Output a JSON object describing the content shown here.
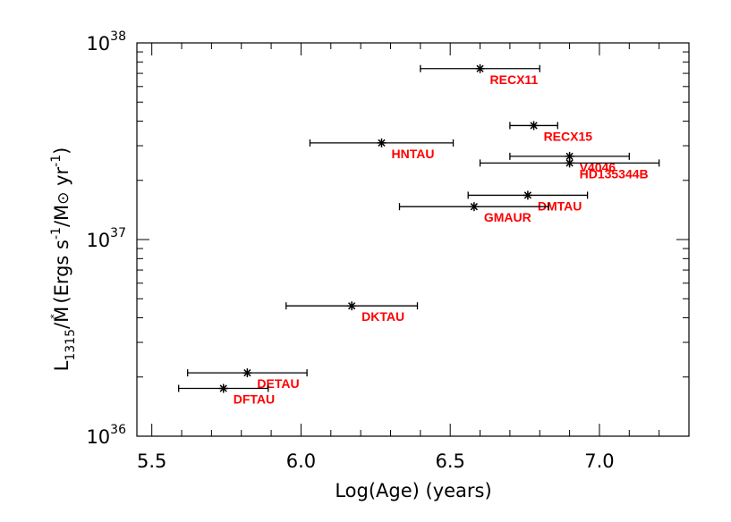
{
  "chart_data": {
    "type": "scatter",
    "title": "",
    "xlabel": "Log(Age) (years)",
    "ylabel": {
      "L": "L",
      "sub": "1315",
      "slash_M": "/M",
      "star": "*",
      "open": " (Ergs s",
      "exp1": "-1",
      "mid": "/M",
      "sun": "⊙",
      "yr": " yr",
      "exp2": "-1",
      "close": ")"
    },
    "xlim": [
      5.45,
      7.3
    ],
    "ylim": [
      1e+36,
      1e+38
    ],
    "y_scale": "log",
    "grid": false,
    "x_ticks": [
      "5.5",
      "6.0",
      "6.5",
      "7.0"
    ],
    "y_ticks": [
      {
        "base": "10",
        "exp": "36",
        "value": 1e+36
      },
      {
        "base": "10",
        "exp": "37",
        "value": 1e+37
      },
      {
        "base": "10",
        "exp": "38",
        "value": 1e+38
      }
    ],
    "points": [
      {
        "label": "RECX11",
        "x": 6.6,
        "xerr": [
          6.4,
          6.8
        ],
        "y": 7.4e+37
      },
      {
        "label": "RECX15",
        "x": 6.78,
        "xerr": [
          6.7,
          6.86
        ],
        "y": 3.8e+37
      },
      {
        "label": "HNTAU",
        "x": 6.27,
        "xerr": [
          6.03,
          6.51
        ],
        "y": 3.1e+37
      },
      {
        "label": "V4046",
        "x": 6.9,
        "xerr": [
          6.7,
          7.1
        ],
        "y": 2.65e+37
      },
      {
        "label": "HD135344B",
        "x": 6.9,
        "xerr": [
          6.6,
          7.2
        ],
        "y": 2.45e+37
      },
      {
        "label": "DMTAU",
        "x": 6.76,
        "xerr": [
          6.56,
          6.96
        ],
        "y": 1.68e+37
      },
      {
        "label": "GMAUR",
        "x": 6.58,
        "xerr": [
          6.33,
          6.83
        ],
        "y": 1.47e+37
      },
      {
        "label": "DKTAU",
        "x": 6.17,
        "xerr": [
          5.95,
          6.39
        ],
        "y": 4.6e+36
      },
      {
        "label": "DETAU",
        "x": 5.82,
        "xerr": [
          5.62,
          6.02
        ],
        "y": 2.1e+36
      },
      {
        "label": "DFTAU",
        "x": 5.74,
        "xerr": [
          5.59,
          5.89
        ],
        "y": 1.75e+36
      }
    ],
    "marker_color": "#000000",
    "label_color": "#ff0000"
  }
}
